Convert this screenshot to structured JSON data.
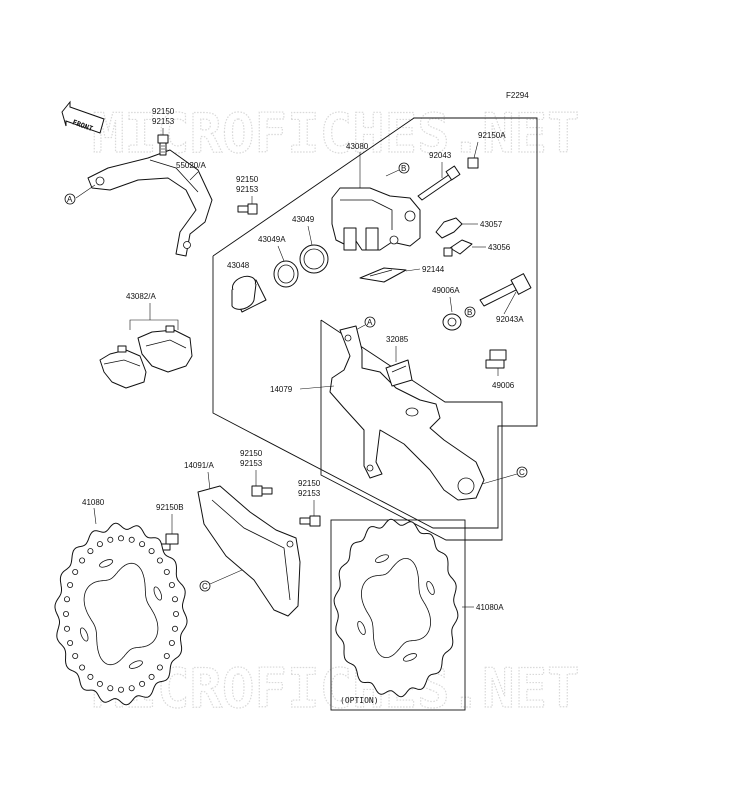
{
  "figure_code": "F2294",
  "front_arrow": "FRONT",
  "watermark": "MICROFICHES.NET",
  "callouts": {
    "A": "A",
    "B": "B",
    "C": "C"
  },
  "option_label": "(OPTION)",
  "labels": {
    "p92150_top_a": "92150",
    "p92150_top_b": "92153",
    "p55020": "55020/A",
    "p92150_mid_a": "92150",
    "p92150_mid_b": "92153",
    "p43080": "43080",
    "p43049": "43049",
    "p43049A": "43049A",
    "p43048": "43048",
    "p92043": "92043",
    "p92150A": "92150A",
    "p43057": "43057",
    "p43056": "43056",
    "p92144": "92144",
    "p43082": "43082/A",
    "p49006A": "49006A",
    "p92043A": "92043A",
    "p32085": "32085",
    "p14079": "14079",
    "p49006": "49006",
    "p14091": "14091/A",
    "p92150_low_a": "92150",
    "p92150_low_b": "92153",
    "p92150_low2_a": "92150",
    "p92150_low2_b": "92153",
    "p41080": "41080",
    "p92150B": "92150B",
    "p41080A": "41080A"
  }
}
